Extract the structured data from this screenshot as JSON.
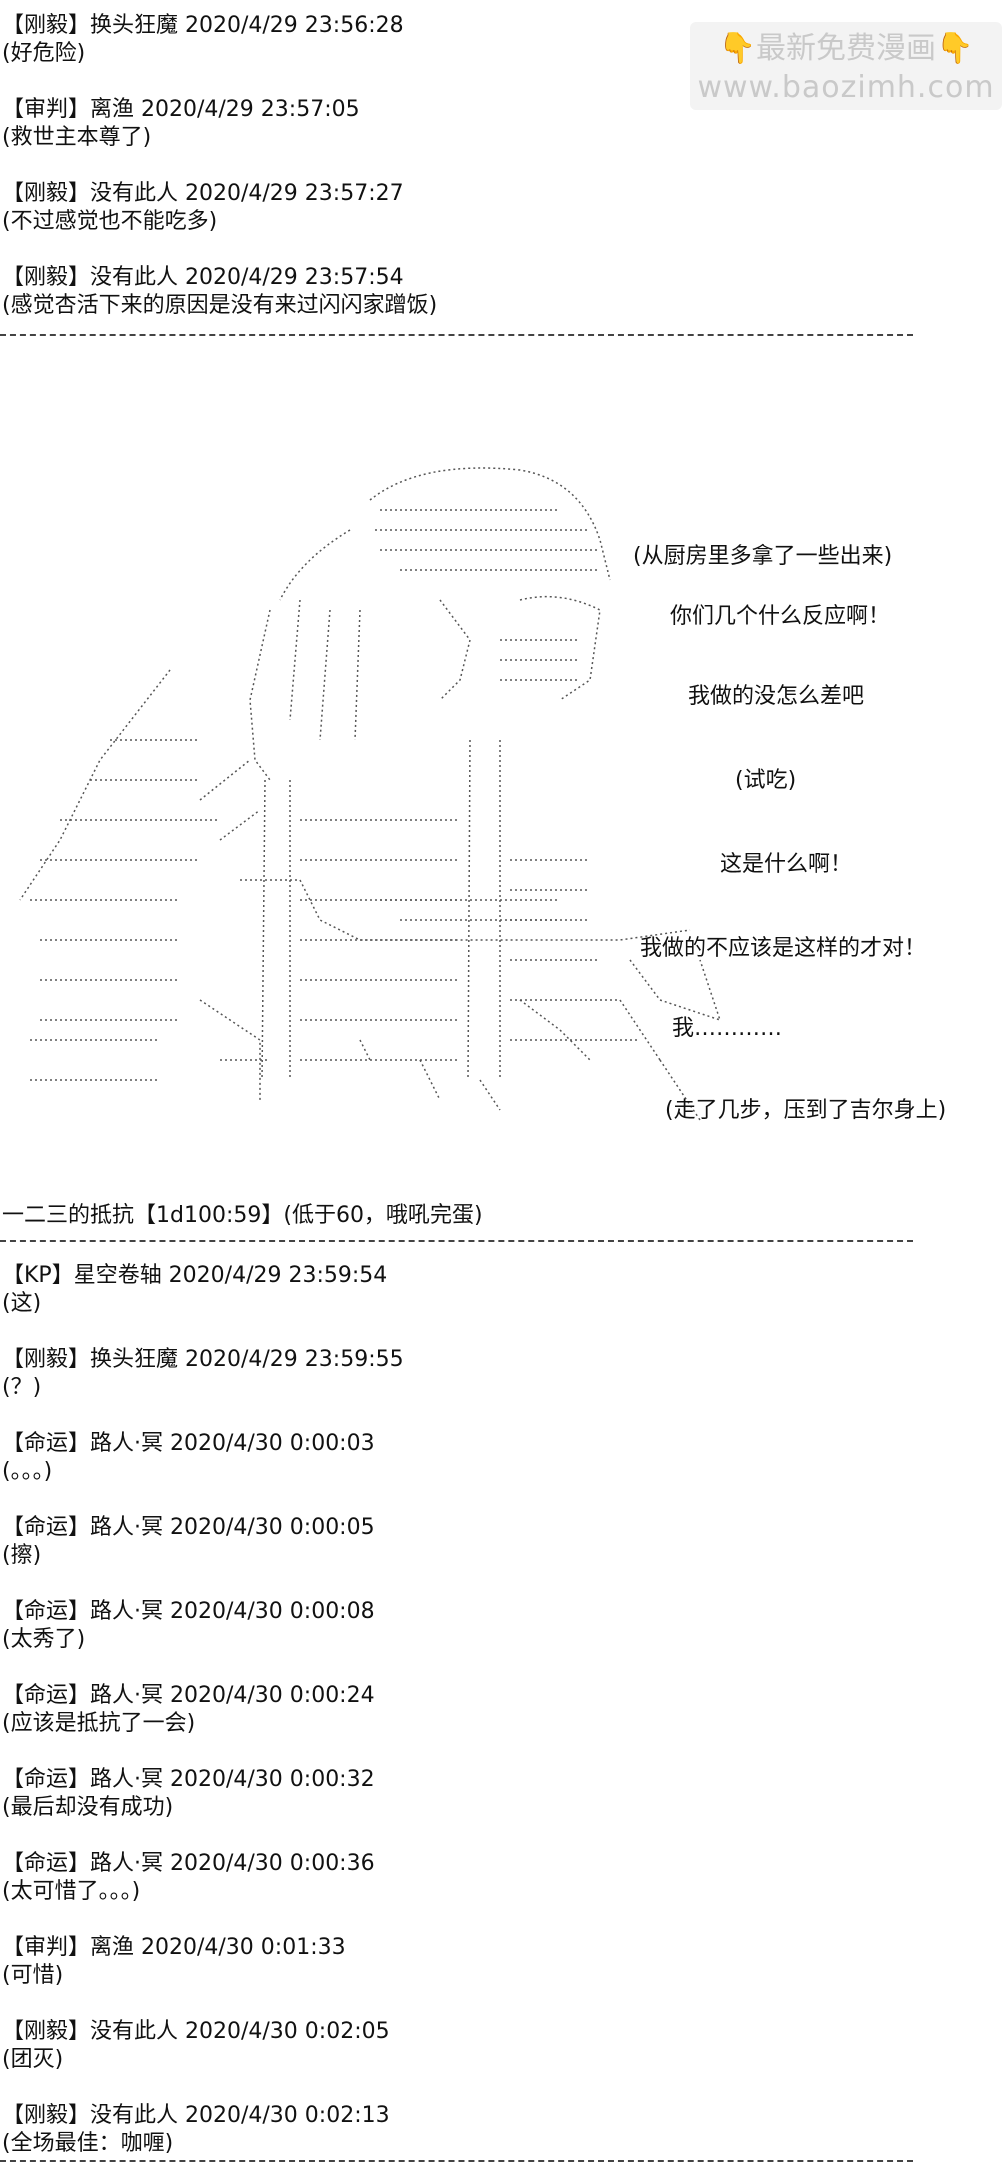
{
  "watermark": {
    "line1": "最新免费漫画",
    "line2": "www.baozimh.com",
    "icon_left": "👇",
    "icon_right": "👇"
  },
  "log_top": [
    {
      "speaker": "【刚毅】换头狂魔 2020/4/29 23:56:28",
      "text": "(好危险)"
    },
    {
      "speaker": "【审判】离渔 2020/4/29 23:57:05",
      "text": "(救世主本尊了)"
    },
    {
      "speaker": "【刚毅】没有此人 2020/4/29 23:57:27",
      "text": "(不过感觉也不能吃多)"
    },
    {
      "speaker": "【刚毅】没有此人 2020/4/29 23:57:54",
      "text": "(感觉杏活下来的原因是没有来过闪闪家蹭饭)"
    }
  ],
  "art_dialogue": [
    "(从厨房里多拿了一些出来)",
    "你们几个什么反应啊！",
    "我做的没怎么差吧",
    "(试吃)",
    "这是什么啊！",
    "我做的不应该是这样的才对！",
    "我…………",
    "(走了几步，压到了吉尔身上)"
  ],
  "roll_line": "一二三的抵抗【1d100:59】(低于60，哦吼完蛋)",
  "log_bottom": [
    {
      "speaker": "【KP】星空卷轴 2020/4/29 23:59:54",
      "text": "(这)"
    },
    {
      "speaker": "【刚毅】换头狂魔 2020/4/29 23:59:55",
      "text": "(？)"
    },
    {
      "speaker": "【命运】路人·冥 2020/4/30 0:00:03",
      "text": "(。。。)"
    },
    {
      "speaker": "【命运】路人·冥 2020/4/30 0:00:05",
      "text": "(擦)"
    },
    {
      "speaker": "【命运】路人·冥 2020/4/30 0:00:08",
      "text": "(太秀了)"
    },
    {
      "speaker": "【命运】路人·冥 2020/4/30 0:00:24",
      "text": "(应该是抵抗了一会)"
    },
    {
      "speaker": "【命运】路人·冥 2020/4/30 0:00:32",
      "text": "(最后却没有成功)"
    },
    {
      "speaker": "【命运】路人·冥 2020/4/30 0:00:36",
      "text": "(太可惜了。。。)"
    },
    {
      "speaker": "【审判】离渔 2020/4/30 0:01:33",
      "text": "(可惜)"
    },
    {
      "speaker": "【刚毅】没有此人 2020/4/30 0:02:05",
      "text": "(团灭)"
    },
    {
      "speaker": "【刚毅】没有此人 2020/4/30 0:02:13",
      "text": "(全场最佳：咖喱)"
    }
  ]
}
